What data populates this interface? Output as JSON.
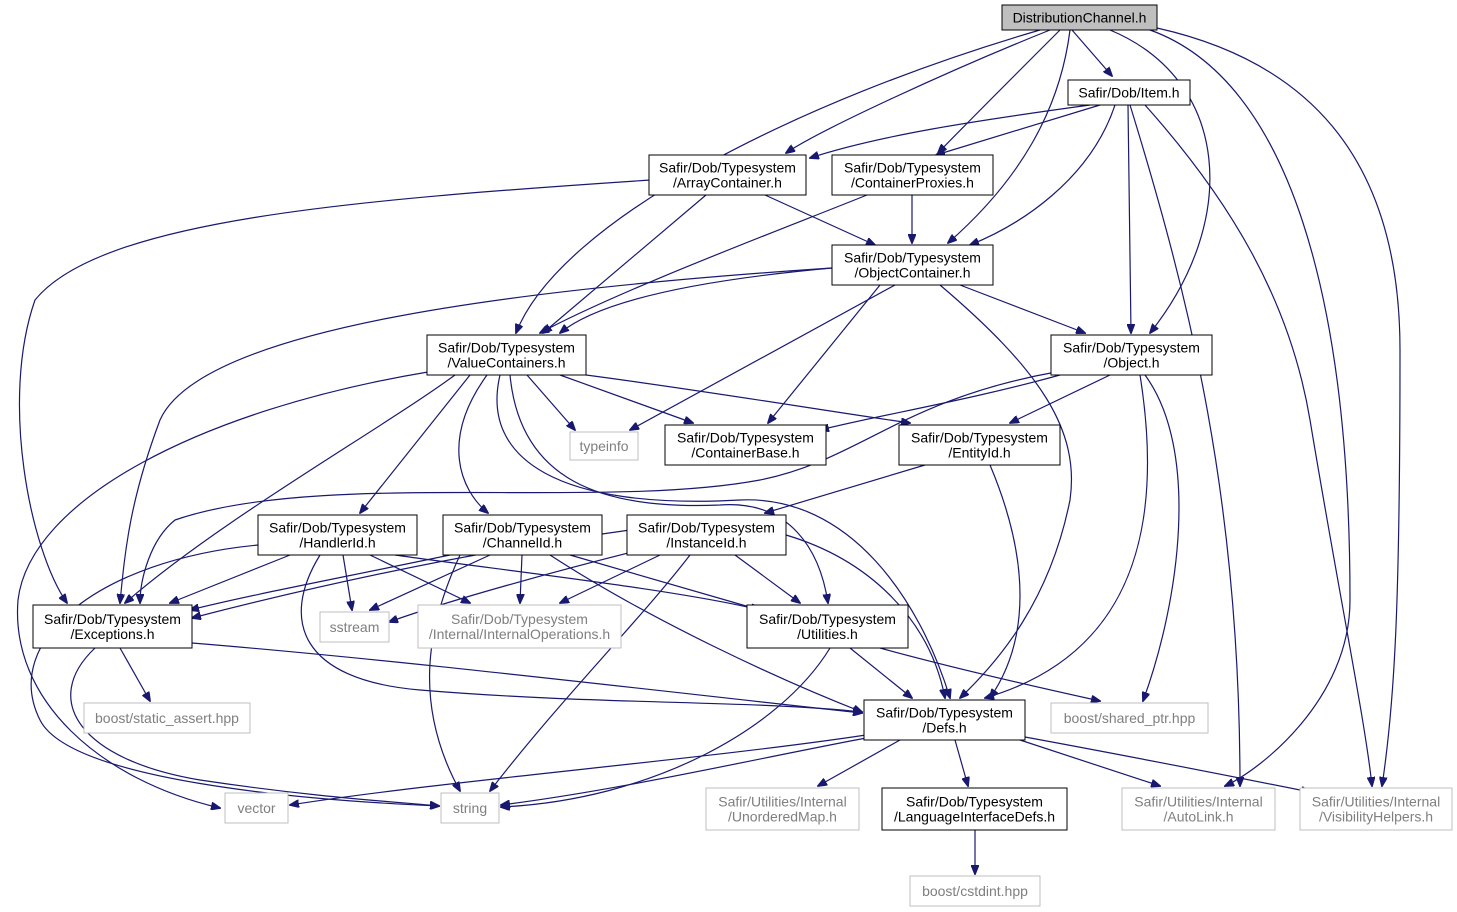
{
  "diagram": {
    "nodes": {
      "dc": {
        "lines": [
          "DistributionChannel.h"
        ],
        "style": "root"
      },
      "item": {
        "lines": [
          "Safir/Dob/Item.h"
        ],
        "style": "normal"
      },
      "array": {
        "lines": [
          "Safir/Dob/Typesystem",
          "/ArrayContainer.h"
        ],
        "style": "normal"
      },
      "proxies": {
        "lines": [
          "Safir/Dob/Typesystem",
          "/ContainerProxies.h"
        ],
        "style": "normal"
      },
      "objcont": {
        "lines": [
          "Safir/Dob/Typesystem",
          "/ObjectContainer.h"
        ],
        "style": "normal"
      },
      "valcont": {
        "lines": [
          "Safir/Dob/Typesystem",
          "/ValueContainers.h"
        ],
        "style": "normal"
      },
      "object": {
        "lines": [
          "Safir/Dob/Typesystem",
          "/Object.h"
        ],
        "style": "normal"
      },
      "typeinfo": {
        "lines": [
          "typeinfo"
        ],
        "style": "ext"
      },
      "contbase": {
        "lines": [
          "Safir/Dob/Typesystem",
          "/ContainerBase.h"
        ],
        "style": "normal"
      },
      "entityid": {
        "lines": [
          "Safir/Dob/Typesystem",
          "/EntityId.h"
        ],
        "style": "normal"
      },
      "handlerid": {
        "lines": [
          "Safir/Dob/Typesystem",
          "/HandlerId.h"
        ],
        "style": "normal"
      },
      "channelid": {
        "lines": [
          "Safir/Dob/Typesystem",
          "/ChannelId.h"
        ],
        "style": "normal"
      },
      "instanceid": {
        "lines": [
          "Safir/Dob/Typesystem",
          "/InstanceId.h"
        ],
        "style": "normal"
      },
      "exceptions": {
        "lines": [
          "Safir/Dob/Typesystem",
          "/Exceptions.h"
        ],
        "style": "normal"
      },
      "sstream": {
        "lines": [
          "sstream"
        ],
        "style": "ext"
      },
      "internalops": {
        "lines": [
          "Safir/Dob/Typesystem",
          "/Internal/InternalOperations.h"
        ],
        "style": "ext"
      },
      "utilities": {
        "lines": [
          "Safir/Dob/Typesystem",
          "/Utilities.h"
        ],
        "style": "normal"
      },
      "staticassert": {
        "lines": [
          "boost/static_assert.hpp"
        ],
        "style": "ext"
      },
      "defs": {
        "lines": [
          "Safir/Dob/Typesystem",
          "/Defs.h"
        ],
        "style": "normal"
      },
      "sharedptr": {
        "lines": [
          "boost/shared_ptr.hpp"
        ],
        "style": "ext"
      },
      "vector": {
        "lines": [
          "vector"
        ],
        "style": "ext"
      },
      "string": {
        "lines": [
          "string"
        ],
        "style": "ext"
      },
      "unordered": {
        "lines": [
          "Safir/Utilities/Internal",
          "/UnorderedMap.h"
        ],
        "style": "ext"
      },
      "langdefs": {
        "lines": [
          "Safir/Dob/Typesystem",
          "/LanguageInterfaceDefs.h"
        ],
        "style": "normal"
      },
      "autolink": {
        "lines": [
          "Safir/Utilities/Internal",
          "/AutoLink.h"
        ],
        "style": "ext"
      },
      "visibility": {
        "lines": [
          "Safir/Utilities/Internal",
          "/VisibilityHelpers.h"
        ],
        "style": "ext"
      },
      "cstdint": {
        "lines": [
          "boost/cstdint.hpp"
        ],
        "style": "ext"
      }
    }
  }
}
